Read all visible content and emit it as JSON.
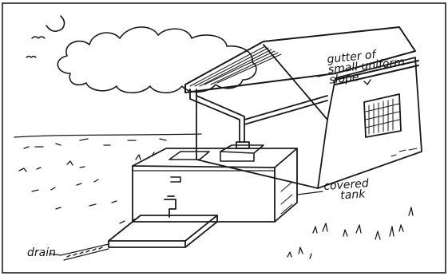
{
  "labels": {
    "gutter": [
      "gutter of",
      "small uniform",
      "slope"
    ],
    "tank": [
      "covered",
      "tank"
    ],
    "drain": "drain"
  }
}
